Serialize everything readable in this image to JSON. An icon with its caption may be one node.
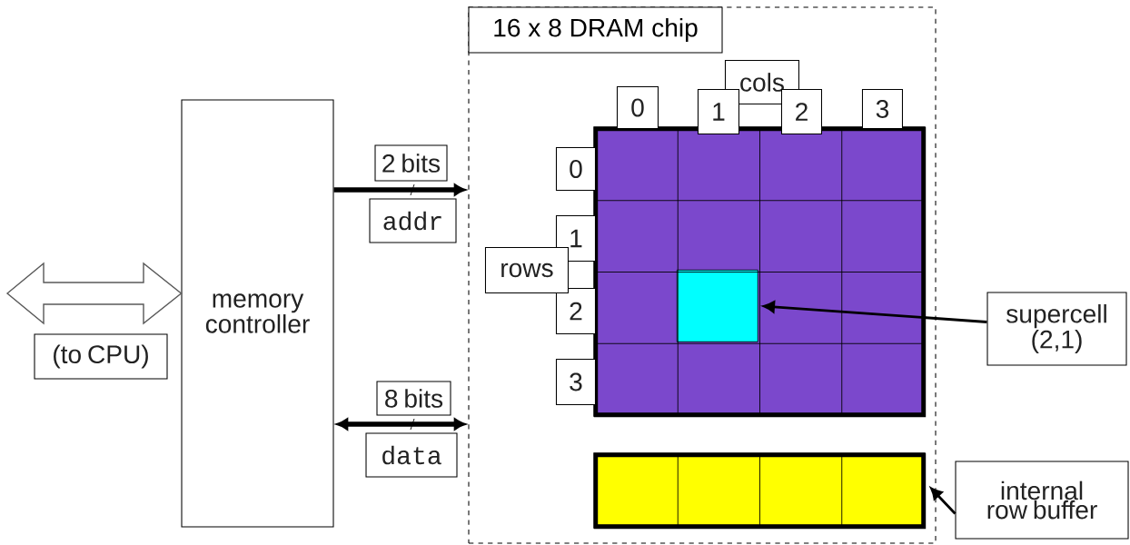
{
  "diagram": {
    "nodes": [
      {
        "text": [
          "16 x 8 DRAM chip"
        ]
      },
      {
        "text": [
          "memory controller"
        ]
      },
      {
        "text": [
          "(to CPU)"
        ]
      },
      {
        "text": [
          "2 bits"
        ]
      },
      {
        "text": [
          "addr"
        ]
      },
      {
        "text": [
          "8 bits"
        ]
      },
      {
        "text": [
          "data"
        ]
      },
      {
        "text": [
          "cols"
        ],
        "in": 0
      },
      {
        "text": [
          "0"
        ],
        "in": 0
      },
      {
        "text": [
          "1"
        ],
        "in": 0
      },
      {
        "text": [
          "2"
        ],
        "in": 0
      },
      {
        "text": [
          "3"
        ],
        "in": 0
      },
      {
        "text": [
          "0"
        ],
        "in": 0
      },
      {
        "text": [
          "1"
        ],
        "in": 0
      },
      {
        "text": [
          "2"
        ],
        "in": 0
      },
      {
        "text": [
          "3"
        ],
        "in": 0
      },
      {
        "text": [
          "rows"
        ],
        "in": 0
      },
      {
        "text": [],
        "shape": "box",
        "in": 0
      },
      {
        "text": [],
        "shape": "box",
        "in": 17
      },
      {
        "text": [],
        "shape": "box",
        "in": 0
      },
      {
        "text": [
          "supercell (2,1)"
        ]
      },
      {
        "text": [
          "internal row buffer"
        ]
      }
    ],
    "edges": [
      {
        "from": null,
        "to": 1,
        "arrow": "both"
      },
      {
        "from": 1,
        "to": 0,
        "arrow": "to",
        "style": "thick"
      },
      {
        "from": 1,
        "to": 0,
        "arrow": "both",
        "style": "thick"
      },
      {
        "from": 20,
        "to": 18,
        "arrow": "to"
      },
      {
        "from": 21,
        "to": 19,
        "arrow": "to"
      }
    ]
  }
}
